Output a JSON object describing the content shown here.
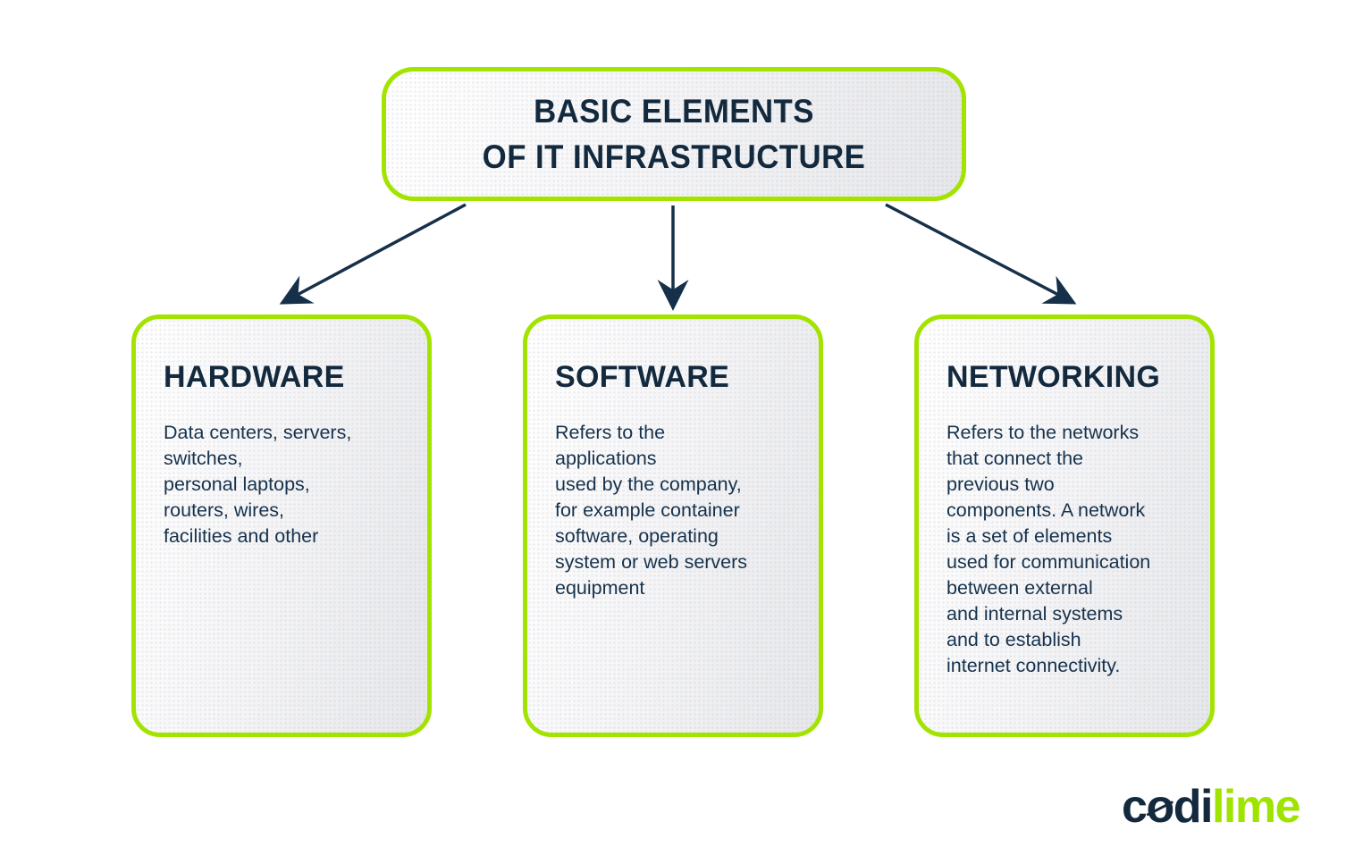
{
  "colors": {
    "lime": "#a3e300",
    "navy": "#13293d",
    "arrow": "#16304a",
    "logo_lime": "#9fe300"
  },
  "title": {
    "text": "BASIC ELEMENTS\nOF IT INFRASTRUCTURE"
  },
  "cards": [
    {
      "heading": "HARDWARE",
      "body": "Data centers, servers,\nswitches,\npersonal laptops,\nrouters, wires,\nfacilities and other"
    },
    {
      "heading": "SOFTWARE",
      "body": "Refers to the\napplications\nused by the company,\nfor example container\nsoftware, operating\nsystem or web servers\nequipment"
    },
    {
      "heading": "NETWORKING",
      "body": "Refers to the networks\nthat connect the\nprevious two\ncomponents. A network\nis a set of elements\nused for communication\nbetween external\nand internal systems\nand to establish\ninternet connectivity."
    }
  ],
  "logo": {
    "c": "c",
    "o": "o",
    "di": "di",
    "lime": "lime"
  }
}
